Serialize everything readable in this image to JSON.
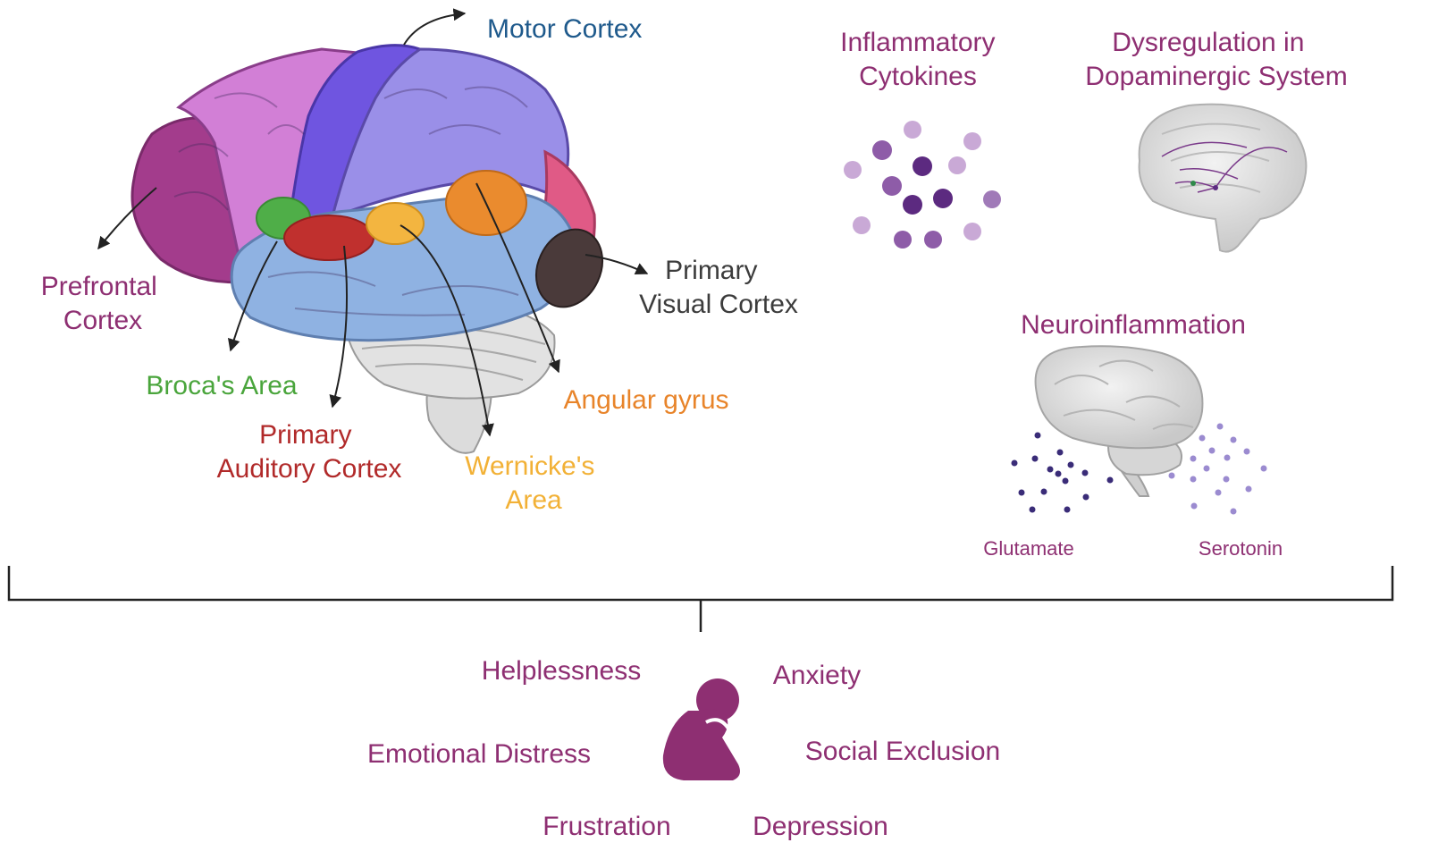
{
  "brain_regions": {
    "motor_cortex": "Motor Cortex",
    "prefrontal_cortex": [
      "Prefrontal",
      "Cortex"
    ],
    "primary_visual_cortex": [
      "Primary",
      "Visual Cortex"
    ],
    "brocas_area": "Broca's Area",
    "primary_auditory_cortex": [
      "Primary",
      "Auditory Cortex"
    ],
    "wernickes_area": [
      "Wernicke's",
      "Area"
    ],
    "angular_gyrus": "Angular gyrus"
  },
  "mechanisms": {
    "inflammatory_cytokines": [
      "Inflammatory",
      "Cytokines"
    ],
    "dopaminergic": [
      "Dysregulation in",
      "Dopaminergic System"
    ],
    "neuroinflammation": "Neuroinflammation",
    "glutamate": "Glutamate",
    "serotonin": "Serotonin"
  },
  "outcomes": {
    "helplessness": "Helplessness",
    "anxiety": "Anxiety",
    "emotional_distress": "Emotional Distress",
    "social_exclusion": "Social Exclusion",
    "frustration": "Frustration",
    "depression": "Depression"
  },
  "colors": {
    "label_purple": "#8e2f72",
    "motor_blue": "#1f5a8c",
    "brocas_green": "#4aa53c",
    "auditory_red": "#b12a2a",
    "wernicke_yellow": "#f2b136",
    "angular_orange": "#e8842a",
    "visual_gray": "#3c3c3c"
  }
}
